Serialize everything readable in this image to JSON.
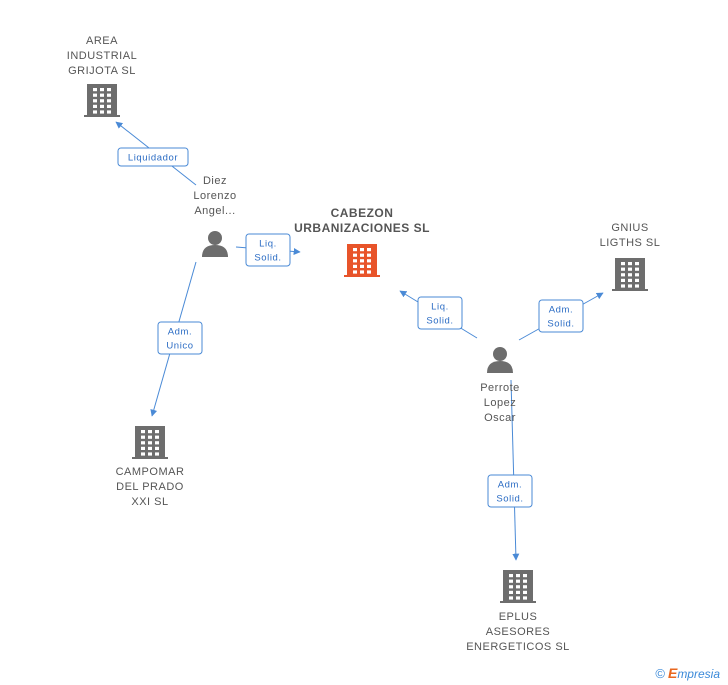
{
  "colors": {
    "edge": "#4a8ad6",
    "edge_text": "#2b6cc4",
    "company_icon": "#6d6d6d",
    "main_company_icon": "#e8542a",
    "person_icon": "#6d6d6d",
    "label": "#555555"
  },
  "nodes": [
    {
      "id": "main",
      "type": "company",
      "main": true,
      "lines": [
        "CABEZON",
        "URBANIZACIONES SL"
      ]
    },
    {
      "id": "area",
      "type": "company",
      "lines": [
        "AREA",
        "INDUSTRIAL",
        "GRIJOTA SL"
      ]
    },
    {
      "id": "gnius",
      "type": "company",
      "lines": [
        "GNIUS",
        "LIGTHS SL"
      ]
    },
    {
      "id": "campomar",
      "type": "company",
      "lines": [
        "CAMPOMAR",
        "DEL PRADO",
        "XXI SL"
      ]
    },
    {
      "id": "eplus",
      "type": "company",
      "lines": [
        "EPLUS",
        "ASESORES",
        "ENERGETICOS SL"
      ]
    },
    {
      "id": "diez",
      "type": "person",
      "lines": [
        "Diez",
        "Lorenzo",
        "Angel..."
      ]
    },
    {
      "id": "perrote",
      "type": "person",
      "lines": [
        "Perrote",
        "Lopez",
        "Oscar"
      ]
    }
  ],
  "edges": [
    {
      "from": "diez",
      "to": "area",
      "lines": [
        "Liquidador"
      ]
    },
    {
      "from": "diez",
      "to": "main",
      "lines": [
        "Liq.",
        "Solid."
      ]
    },
    {
      "from": "diez",
      "to": "campomar",
      "lines": [
        "Adm.",
        "Unico"
      ]
    },
    {
      "from": "perrote",
      "to": "main",
      "lines": [
        "Liq.",
        "Solid."
      ]
    },
    {
      "from": "perrote",
      "to": "gnius",
      "lines": [
        "Adm.",
        "Solid."
      ]
    },
    {
      "from": "perrote",
      "to": "eplus",
      "lines": [
        "Adm.",
        "Solid."
      ]
    }
  ],
  "footer": {
    "copyright": "©",
    "brand_first": "E",
    "brand_rest": "mpresia"
  }
}
